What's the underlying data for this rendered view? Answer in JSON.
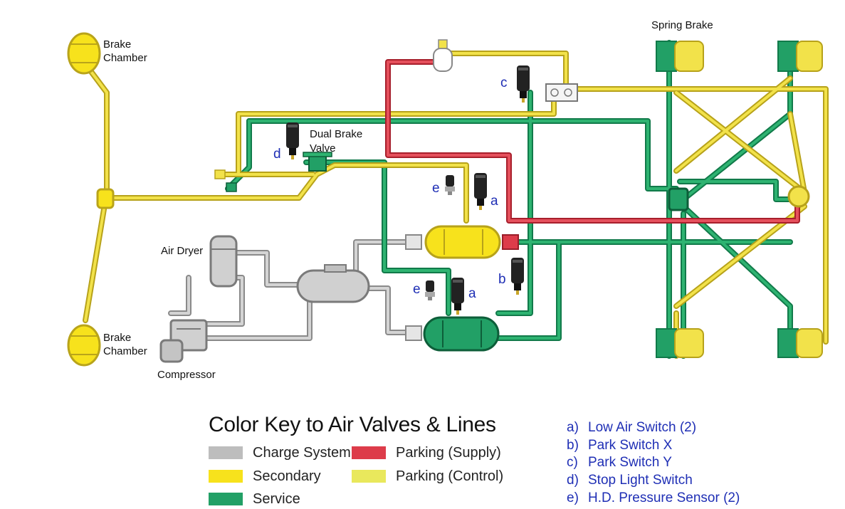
{
  "labels": {
    "brake_chamber_top": [
      "Brake",
      "Chamber"
    ],
    "brake_chamber_bottom": [
      "Brake",
      "Chamber"
    ],
    "spring_brake": "Spring Brake",
    "dual_brake_valve": [
      "Dual Brake",
      "Valve"
    ],
    "air_dryer": "Air Dryer",
    "compressor": "Compressor"
  },
  "switch_letters": {
    "c": "c",
    "d": "d",
    "e1": "e",
    "a1": "a",
    "b": "b",
    "e2": "e",
    "a2": "a"
  },
  "color_key": {
    "title": "Color Key to Air Valves & Lines",
    "items": [
      {
        "label": "Charge System",
        "color": "#bdbdbd"
      },
      {
        "label": "Secondary",
        "color": "#f7e21c"
      },
      {
        "label": "Service",
        "color": "#22a066"
      },
      {
        "label": "Parking (Supply)",
        "color": "#dd3c4a"
      },
      {
        "label": "Parking (Control)",
        "color": "#e9e85c"
      }
    ]
  },
  "switch_legend": [
    {
      "key": "a)",
      "text": "Low Air Switch (2)"
    },
    {
      "key": "b)",
      "text": "Park Switch X"
    },
    {
      "key": "c)",
      "text": "Park Switch Y"
    },
    {
      "key": "d)",
      "text": "Stop Light Switch"
    },
    {
      "key": "e)",
      "text": "H.D. Pressure Sensor (2)"
    }
  ],
  "colors": {
    "charge": "#bdbdbd",
    "secondary": "#f7e21c",
    "service": "#22a066",
    "parking_supply": "#dd3c4a",
    "parking_control": "#e9e85c",
    "switch_label": "#1f2fb5"
  }
}
